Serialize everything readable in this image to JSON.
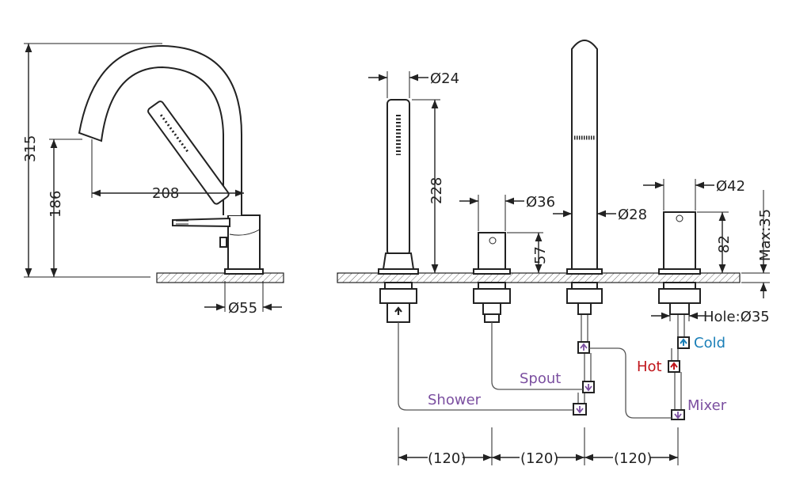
{
  "dimensions": {
    "height_total": "315",
    "height_spout": "186",
    "reach": "208",
    "base_dia": "Ø55",
    "handset_dia": "Ø24",
    "handset_len": "228",
    "diverter_dia": "Ø36",
    "diverter_h": "57",
    "spout_dia": "Ø28",
    "mixer_dia": "Ø42",
    "mixer_h": "82",
    "max_thickness": "Max:35",
    "hole": "Hole:Ø35",
    "spacing_1": "(120)",
    "spacing_2": "(120)",
    "spacing_3": "(120)"
  },
  "labels": {
    "shower": "Shower",
    "spout": "Spout",
    "hot": "Hot",
    "cold": "Cold",
    "mixer": "Mixer"
  },
  "colors": {
    "label_purple": "#7b4fa0",
    "hot_red": "#c0151b",
    "cold_blue": "#1a7fb8",
    "line": "#222222"
  }
}
